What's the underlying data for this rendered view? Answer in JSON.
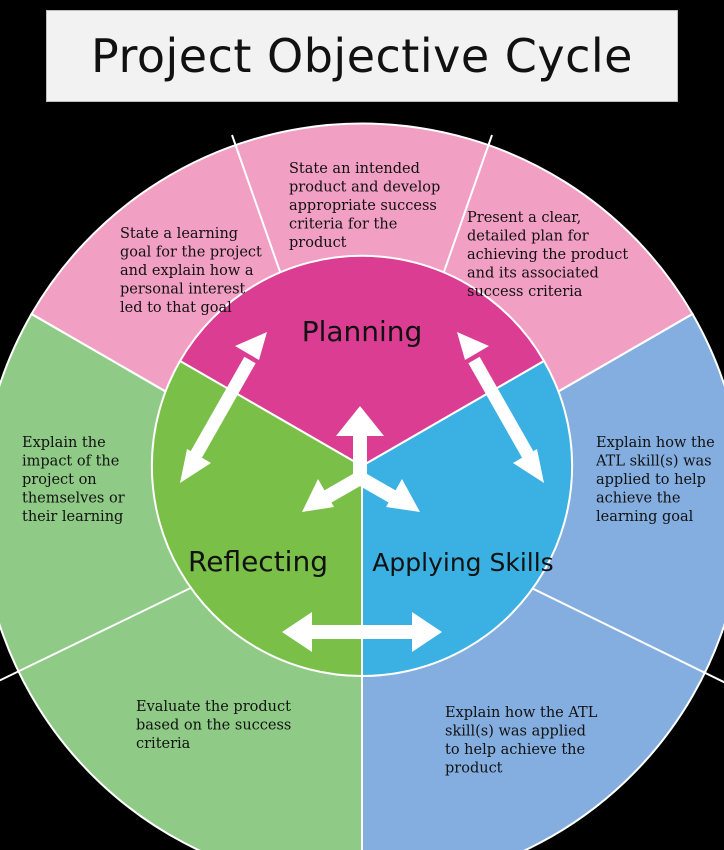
{
  "title": "Project Objective Cycle",
  "colors": {
    "planning_inner": "#db3d92",
    "planning_outer": "#f29fc4",
    "applying_inner": "#3ab1e2",
    "applying_outer": "#84aee0",
    "reflecting_inner": "#7abf47",
    "reflecting_outer": "#8fcb87",
    "divider": "#ffffff",
    "arrow": "#ffffff"
  },
  "stages": {
    "planning": "Planning",
    "applying": "Applying Skills",
    "reflecting": "Reflecting"
  },
  "outer_text": {
    "planning_left": [
      "State a learning",
      "goal for the project",
      "and  explain how a",
      "personal interest",
      "led to that goal"
    ],
    "planning_center": [
      "State an intended",
      "product and develop",
      "appropriate success",
      "criteria for the",
      "product"
    ],
    "planning_right": [
      "Present a clear,",
      "detailed plan for",
      "achieving the product",
      "and its associated",
      "success criteria"
    ],
    "applying_top": [
      "Explain how the",
      "ATL skill(s) was",
      "applied to help",
      "achieve the",
      "learning goal"
    ],
    "applying_bottom": [
      "Explain how the ATL",
      "skill(s)  was applied",
      "to help achieve the",
      "product"
    ],
    "reflecting_top": [
      "Explain the",
      "impact of the",
      "project on",
      "themselves or",
      "their learning"
    ],
    "reflecting_bottom": [
      "Evaluate the product",
      "based on the success",
      "criteria"
    ]
  }
}
